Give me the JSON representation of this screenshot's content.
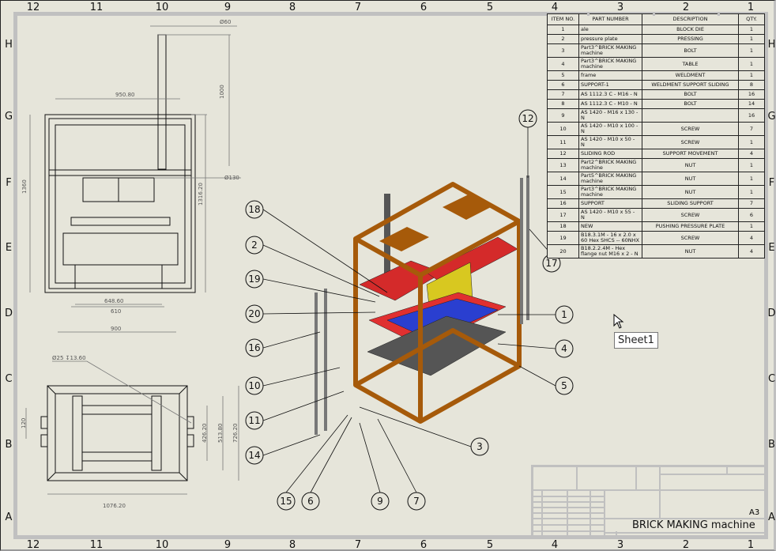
{
  "zones": {
    "columns": [
      "12",
      "11",
      "10",
      "9",
      "8",
      "7",
      "6",
      "5",
      "4",
      "3",
      "2",
      "1"
    ],
    "rows": [
      "H",
      "G",
      "F",
      "E",
      "D",
      "C",
      "B",
      "A"
    ]
  },
  "bom": {
    "headers": [
      "ITEM NO.",
      "PART NUMBER",
      "DESCRIPTION",
      "QTY."
    ],
    "rows": [
      {
        "item": "1",
        "part": "ale",
        "desc": "BLOCK DIE",
        "qty": "1"
      },
      {
        "item": "2",
        "part": "pressure plate",
        "desc": "PRESSING",
        "qty": "1"
      },
      {
        "item": "3",
        "part": "Part3^BRICK MAKING machine",
        "desc": "BOLT",
        "qty": "1"
      },
      {
        "item": "4",
        "part": "Part3^BRICK MAKING machine",
        "desc": "TABLE",
        "qty": "1"
      },
      {
        "item": "5",
        "part": "frame",
        "desc": "WELDMENT",
        "qty": "1"
      },
      {
        "item": "6",
        "part": "SUPPORT-1",
        "desc": "WELDMENT SUPPORT SLIDING",
        "qty": "8"
      },
      {
        "item": "7",
        "part": "AS 1112.3 C - M16 - N",
        "desc": "BOLT",
        "qty": "16"
      },
      {
        "item": "8",
        "part": "AS 1112.3 C - M10 - N",
        "desc": "BOLT",
        "qty": "14"
      },
      {
        "item": "9",
        "part": "AS 1420 - M16 x 130 - N",
        "desc": "",
        "qty": "16"
      },
      {
        "item": "10",
        "part": "AS 1420 - M10 x 100 - N",
        "desc": "SCREW",
        "qty": "7"
      },
      {
        "item": "11",
        "part": "AS 1420 - M10 x 50 - N",
        "desc": "SCREW",
        "qty": "1"
      },
      {
        "item": "12",
        "part": "SLIDING ROD",
        "desc": "SUPPORT MOVEMENT",
        "qty": "4"
      },
      {
        "item": "13",
        "part": "Part2^BRICK MAKING machine",
        "desc": "NUT",
        "qty": "1"
      },
      {
        "item": "14",
        "part": "Part5^BRICK MAKING machine",
        "desc": "NUT",
        "qty": "1"
      },
      {
        "item": "15",
        "part": "Part3^BRICK MAKING machine",
        "desc": "NUT",
        "qty": "1"
      },
      {
        "item": "16",
        "part": "SUPPORT",
        "desc": "SLIDING SUPPORT",
        "qty": "7"
      },
      {
        "item": "17",
        "part": "AS 1420 - M10 x 55 - N",
        "desc": "SCREW",
        "qty": "6"
      },
      {
        "item": "18",
        "part": "NEW",
        "desc": "PUSHING PRESSURE PLATE",
        "qty": "1"
      },
      {
        "item": "19",
        "part": "B18.3.1M - 16 x 2.0 x 60 Hex SHCS -- 60NHX",
        "desc": "SCREW",
        "qty": "4"
      },
      {
        "item": "20",
        "part": "B18.2.2.4M - Hex flange nut M16 x 2 - N",
        "desc": "NUT",
        "qty": "4"
      }
    ]
  },
  "dimensions": {
    "d1": "Ø60",
    "d2": "1000",
    "d3": "950.80",
    "d4": "Ø130",
    "d5": "1360",
    "d6": "1316.20",
    "d7": "648.60",
    "d8": "610",
    "d9": "900",
    "d10": "Ø25 ↧13.60",
    "d11": "120",
    "d12": "426.20",
    "d13": "513.80",
    "d14": "726.20",
    "d15": "1076.20"
  },
  "balloons": [
    "18",
    "2",
    "19",
    "20",
    "16",
    "10",
    "11",
    "14",
    "15",
    "6",
    "9",
    "7",
    "3",
    "5",
    "4",
    "1",
    "17",
    "12"
  ],
  "title_block": {
    "title": "BRICK MAKING machine",
    "size": "A3"
  },
  "tooltip": "Sheet1",
  "colors": {
    "frame": "#a65a0a",
    "press": "#d42a2a",
    "block": "#d8c820",
    "mold": "#2a3fd0",
    "table": "#555555"
  }
}
